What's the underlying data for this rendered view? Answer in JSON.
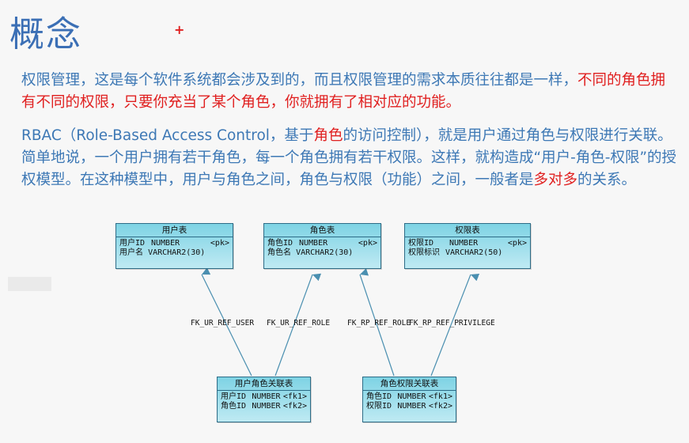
{
  "title": "概念",
  "cursor": "+",
  "paragraph1": {
    "normal": "权限管理，这是每个软件系统都会涉及到的，而且权限管理的需求本质往往都是一样，",
    "highlight": "不同的角色拥有不同的权限，只要你充当了某个角色，你就拥有了相对应的功能。"
  },
  "paragraph2": {
    "part1": "RBAC（Role-Based Access Control，基于",
    "hl1": "角色",
    "part2": "的访问控制），就是用户通过角色与权限进行关联。简单地说，一个用户拥有若干角色，每一个角色拥有若干权限。这样，就构造成“用户-角色-权限”的授权模型。在这种模型中，用户与角色之间，角色与权限（功能）之间，一般者是",
    "hl2": "多对多",
    "part3": "的关系。"
  },
  "diagram": {
    "entities": {
      "user": {
        "name": "用户表",
        "rows": [
          {
            "field": "用户ID",
            "type": "NUMBER",
            "key": "<pk>"
          },
          {
            "field": "用户名",
            "type": "VARCHAR2(30)",
            "key": ""
          }
        ]
      },
      "role": {
        "name": "角色表",
        "rows": [
          {
            "field": "角色ID",
            "type": "NUMBER",
            "key": "<pk>"
          },
          {
            "field": "角色名",
            "type": "VARCHAR2(30)",
            "key": ""
          }
        ]
      },
      "privilege": {
        "name": "权限表",
        "rows": [
          {
            "field": "权限ID",
            "type": "NUMBER",
            "key": "<pk>"
          },
          {
            "field": "权限标识",
            "type": "VARCHAR2(50)",
            "key": ""
          }
        ]
      },
      "user_role": {
        "name": "用户角色关联表",
        "rows": [
          {
            "field": "用户ID",
            "type": "NUMBER",
            "key": "<fk1>"
          },
          {
            "field": "角色ID",
            "type": "NUMBER",
            "key": "<fk2>"
          }
        ]
      },
      "role_privilege": {
        "name": "角色权限关联表",
        "rows": [
          {
            "field": "角色ID",
            "type": "NUMBER",
            "key": "<fk1>"
          },
          {
            "field": "权限ID",
            "type": "NUMBER",
            "key": "<fk2>"
          }
        ]
      }
    },
    "relations": {
      "fk_ur_user": "FK_UR_REF_USER",
      "fk_ur_role": "FK_UR_REF_ROLE",
      "fk_rp_role": "FK_RP_REF_ROLE",
      "fk_rp_privilege": "FK_RP_REF_PRIVILEGE"
    }
  },
  "colors": {
    "title": "#3b6fb5",
    "text": "#3d78b5",
    "highlight": "#e01f1f",
    "entity_fill": "#7ed3e4",
    "entity_border": "#2d6c87",
    "arrow": "#4a8fb0"
  }
}
